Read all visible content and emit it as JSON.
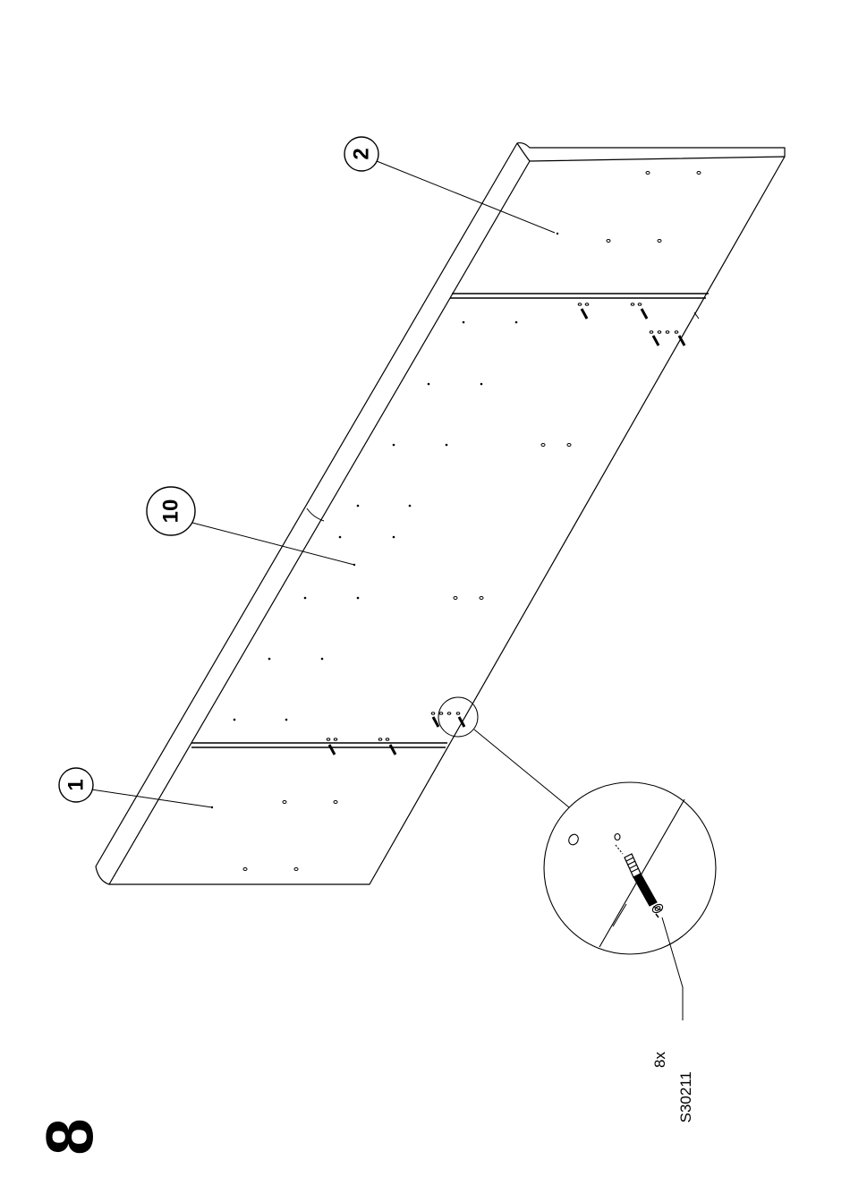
{
  "step": {
    "number": "8"
  },
  "callouts": [
    {
      "id": "part-1",
      "label": "1"
    },
    {
      "id": "part-10",
      "label": "10"
    },
    {
      "id": "part-2",
      "label": "2"
    }
  ],
  "hardware": {
    "quantity": "8x",
    "code": "S30211"
  }
}
